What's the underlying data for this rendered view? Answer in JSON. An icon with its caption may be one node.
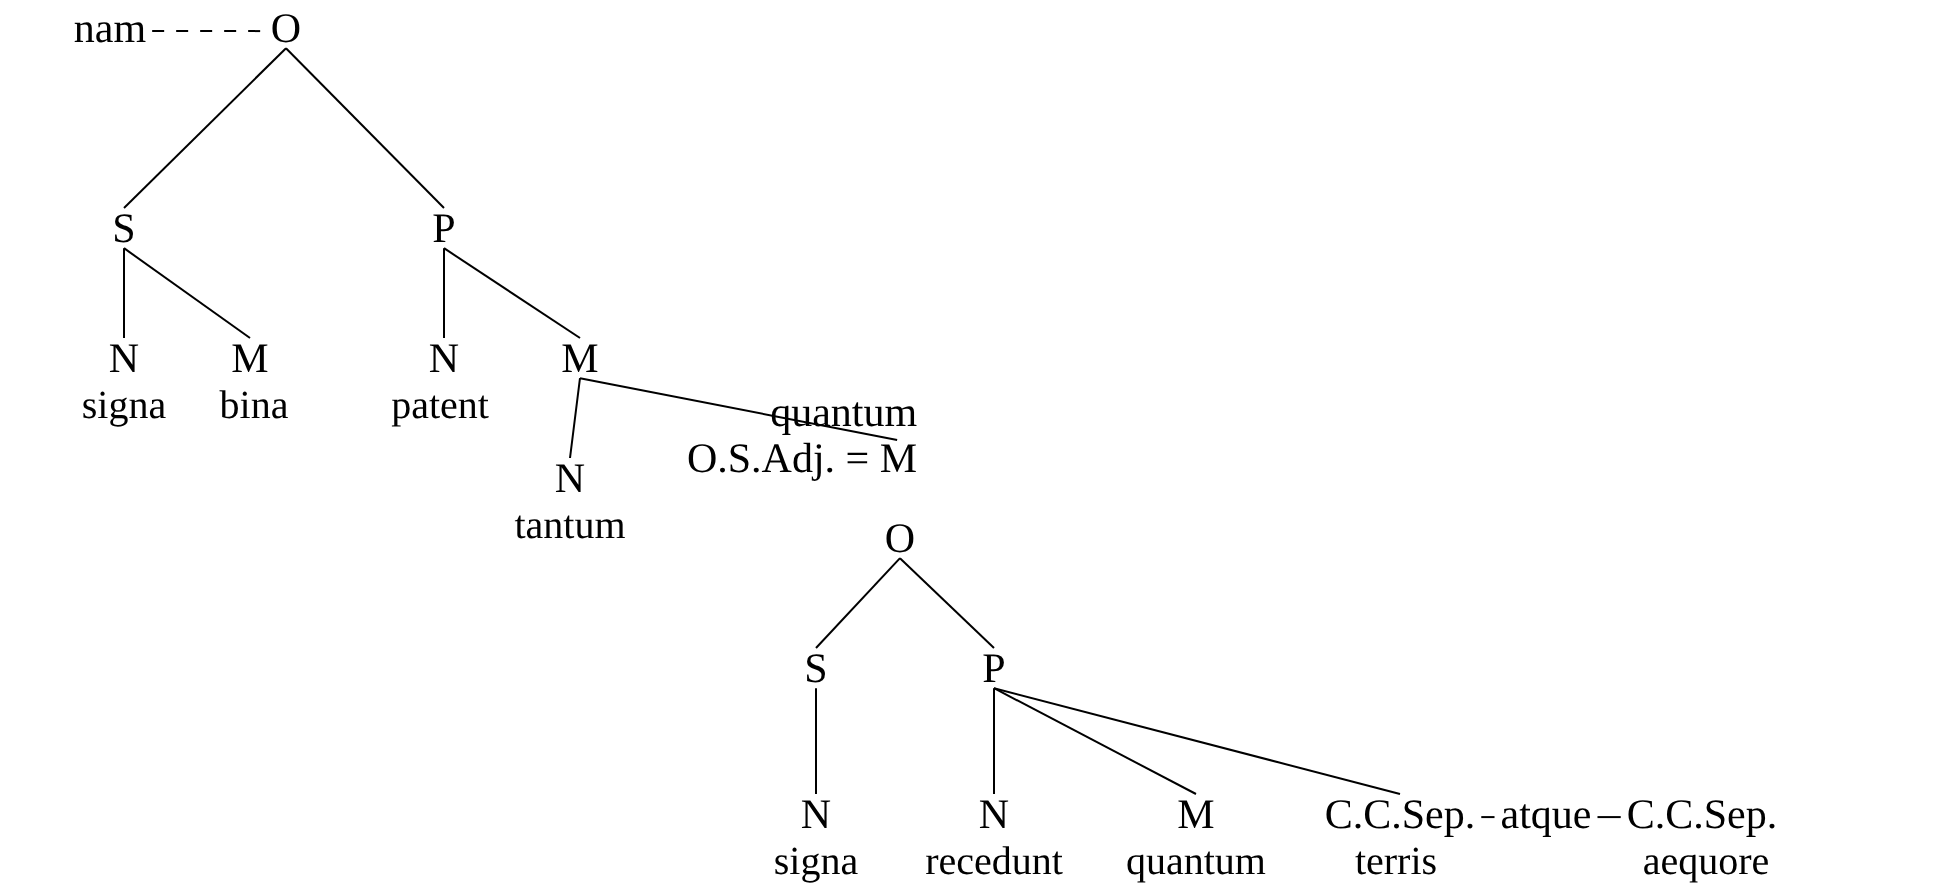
{
  "diagram": {
    "nodes": [
      {
        "text": [
          "nam"
        ]
      },
      {
        "text": [
          "O"
        ]
      },
      {
        "text": [
          "S"
        ]
      },
      {
        "text": [
          "P"
        ]
      },
      {
        "text": [
          "N"
        ],
        "beside": [
          "signa"
        ]
      },
      {
        "text": [
          "M"
        ],
        "beside": [
          "bina"
        ]
      },
      {
        "text": [
          "N"
        ],
        "beside": [
          "patent"
        ]
      },
      {
        "text": [
          "M"
        ]
      },
      {
        "text": [
          "N"
        ],
        "beside": [
          "tantum"
        ]
      },
      {
        "text": [
          "quantum",
          "O.S.Adj. = M"
        ]
      },
      {
        "text": [
          "O"
        ]
      },
      {
        "text": [
          "S"
        ]
      },
      {
        "text": [
          "P"
        ]
      },
      {
        "text": [
          "N"
        ],
        "beside": [
          "signa"
        ]
      },
      {
        "text": [
          "N"
        ],
        "beside": [
          "recedunt"
        ]
      },
      {
        "text": [
          "M"
        ],
        "beside": [
          "quantum"
        ]
      },
      {
        "text": [
          "C.C.Sep."
        ],
        "beside": [
          "terris"
        ]
      },
      {
        "text": [
          "atque"
        ]
      },
      {
        "text": [
          "C.C.Sep."
        ],
        "beside": [
          "aequore"
        ]
      }
    ],
    "edges": [
      {
        "from": 0,
        "to": 1,
        "arrow": "none",
        "style": "dashed"
      },
      {
        "from": 1,
        "to": 2,
        "arrow": "none"
      },
      {
        "from": 1,
        "to": 3,
        "arrow": "none"
      },
      {
        "from": 2,
        "to": 4,
        "arrow": "none"
      },
      {
        "from": 2,
        "to": 5,
        "arrow": "none"
      },
      {
        "from": 3,
        "to": 6,
        "arrow": "none"
      },
      {
        "from": 3,
        "to": 7,
        "arrow": "none"
      },
      {
        "from": 7,
        "to": 8,
        "arrow": "none"
      },
      {
        "from": 7,
        "to": 9,
        "arrow": "none"
      },
      {
        "from": 10,
        "to": 11,
        "arrow": "none"
      },
      {
        "from": 10,
        "to": 12,
        "arrow": "none"
      },
      {
        "from": 11,
        "to": 13,
        "arrow": "none"
      },
      {
        "from": 12,
        "to": 14,
        "arrow": "none"
      },
      {
        "from": 12,
        "to": 15,
        "arrow": "none"
      },
      {
        "from": 12,
        "to": 16,
        "arrow": "none"
      },
      {
        "from": 16,
        "to": 17,
        "arrow": "none"
      },
      {
        "from": 17,
        "to": 18,
        "arrow": "none"
      }
    ]
  }
}
